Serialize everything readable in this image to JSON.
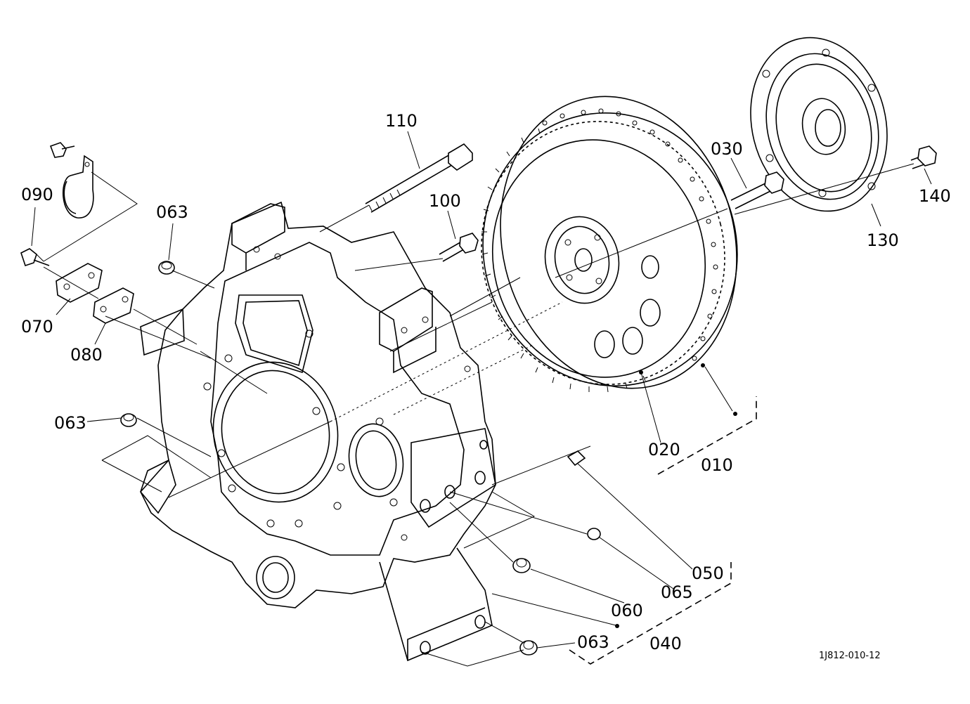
{
  "labels": {
    "p010": "010",
    "p020": "020",
    "p030": "030",
    "p040": "040",
    "p050": "050",
    "p060": "060",
    "p063": "063",
    "p065": "065",
    "p070": "070",
    "p080": "080",
    "p090": "090",
    "p100": "100",
    "p110": "110",
    "p130": "130",
    "p140": "140"
  },
  "drawing_code": "1J812-010-12"
}
